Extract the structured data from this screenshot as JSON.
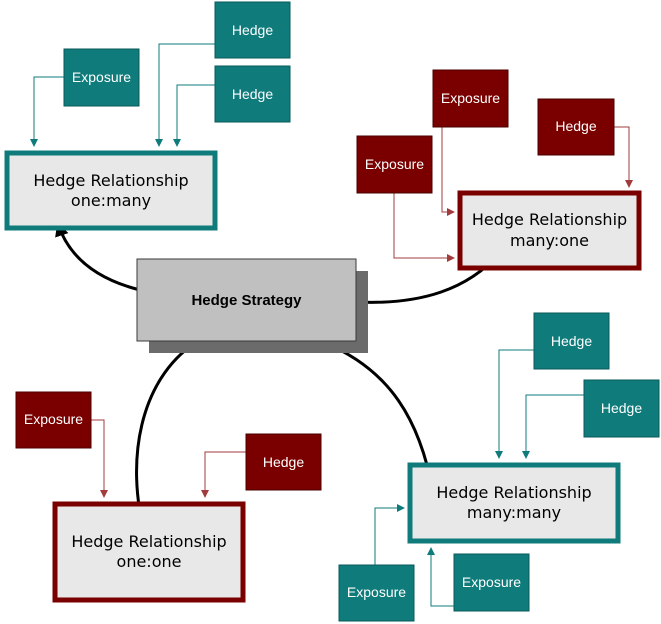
{
  "colors": {
    "teal": "#0f7b7b",
    "maroon": "#7a0000",
    "relationship_fill": "#e8e8e8",
    "strategy_fill": "#c0c0c0",
    "strategy_shadow": "#6b6b6b"
  },
  "strategy": {
    "label": "Hedge Strategy"
  },
  "relationships": [
    {
      "id": "one-many",
      "line1": "Hedge Relationship",
      "line2": "one:many",
      "theme": "teal"
    },
    {
      "id": "many-one",
      "line1": "Hedge Relationship",
      "line2": "many:one",
      "theme": "maroon"
    },
    {
      "id": "one-one",
      "line1": "Hedge Relationship",
      "line2": "one:one",
      "theme": "maroon"
    },
    {
      "id": "many-many",
      "line1": "Hedge Relationship",
      "line2": "many:many",
      "theme": "teal"
    }
  ],
  "nodes": {
    "tl_hedge_1": "Hedge",
    "tl_hedge_2": "Hedge",
    "tl_exposure": "Exposure",
    "tr_exposure_1": "Exposure",
    "tr_hedge": "Hedge",
    "tr_exposure_2": "Exposure",
    "bl_exposure": "Exposure",
    "bl_hedge": "Hedge",
    "br_hedge_1": "Hedge",
    "br_hedge_2": "Hedge",
    "br_exposure_1": "Exposure",
    "br_exposure_2": "Exposure"
  }
}
